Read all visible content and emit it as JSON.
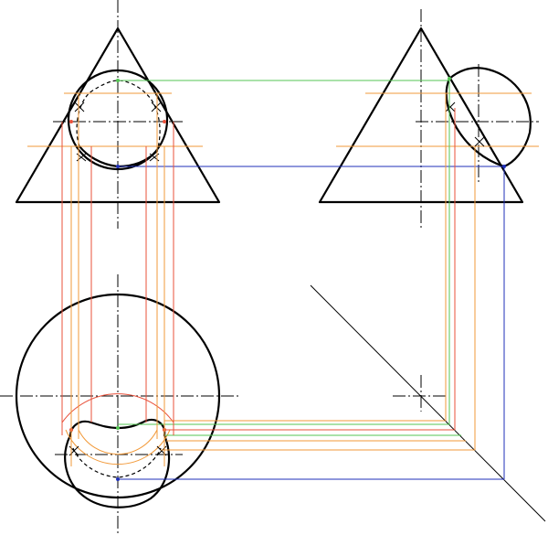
{
  "drawing": {
    "views": [
      "front-view",
      "side-view",
      "top-view"
    ],
    "colors": {
      "outline": "#000000",
      "projection_green": "#53c653",
      "projection_blue": "#1f2fb8",
      "projection_orange": "#f29a3a",
      "projection_red": "#e8503a"
    },
    "icons": [
      "cross-mark-icon"
    ]
  }
}
